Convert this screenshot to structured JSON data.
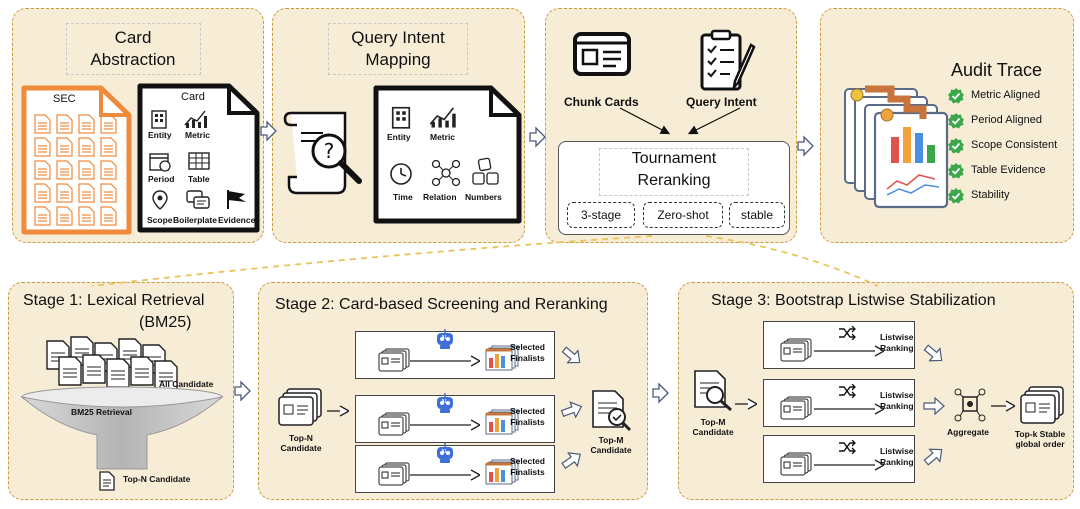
{
  "top": {
    "card_abstraction": {
      "title_line1": "Card",
      "title_line2": "Abstraction",
      "sec_label": "SEC",
      "card_label": "Card",
      "fields": [
        "Entity",
        "Metric",
        "Period",
        "Table",
        "Scope",
        "Boilerplate",
        "Evidence"
      ]
    },
    "query_intent_mapping": {
      "title_line1": "Query Intent",
      "title_line2": "Mapping",
      "fields": [
        "Entity",
        "Metric",
        "Time",
        "Relation",
        "Numbers"
      ]
    },
    "tournament": {
      "chunk_cards": "Chunk Cards",
      "query_intent": "Query Intent",
      "title_line1": "Tournament",
      "title_line2": "Reranking",
      "options": [
        "3-stage",
        "Zero-shot",
        "stable"
      ]
    },
    "audit_trace": {
      "title": "Audit Trace",
      "items": [
        "Metric Aligned",
        "Period Aligned",
        "Scope Consistent",
        "Table Evidence",
        "Stability"
      ]
    }
  },
  "bottom": {
    "stage1": {
      "title": "Stage 1: Lexical Retrieval",
      "title2": "(BM25)",
      "all_candidate": "All Candidate",
      "bm25_retrieval": "BM25 Retrieval",
      "top_n_candidate": "Top-N Candidate"
    },
    "stage2": {
      "title": "Stage 2: Card-based Screening and Reranking",
      "topn_line1": "Top-N",
      "topn_line2": "Candidate",
      "ai_badge": "AI",
      "selected_line1": "Selected",
      "selected_line2": "Finalists",
      "topm_line1": "Top-M",
      "topm_line2": "Candidate"
    },
    "stage3": {
      "title": "Stage 3: Bootstrap Listwise Stabilization",
      "topm_line1": "Top-M",
      "topm_line2": "Candidate",
      "listwise_line1": "Listwise",
      "listwise_line2": "Ranking",
      "aggregate": "Aggregate",
      "topk_line1": "Top-k Stable",
      "topk_line2": "global order"
    }
  },
  "colors": {
    "panel_fill": "#f7ecd6",
    "panel_border": "#c79a3e",
    "sec_orange": "#f08a3c",
    "check_green": "#3aa84a",
    "ai_blue": "#3f6fd8"
  }
}
